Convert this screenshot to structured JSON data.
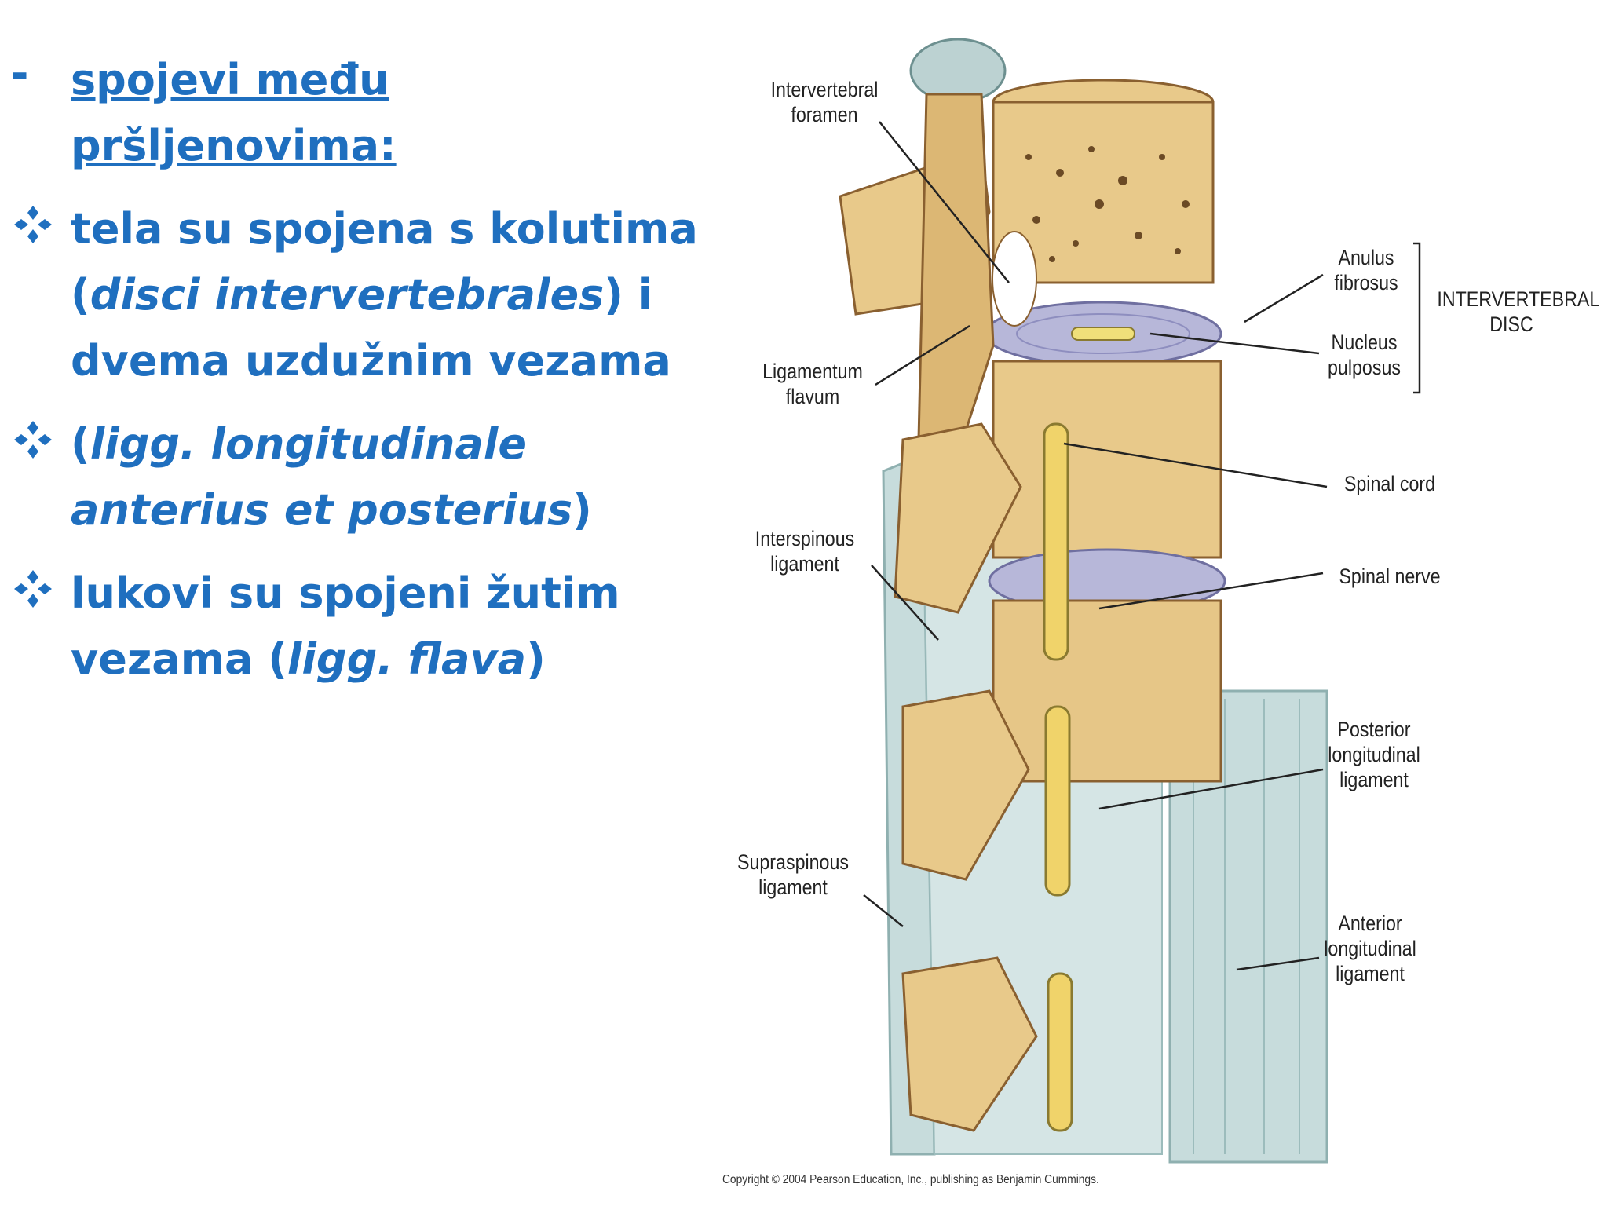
{
  "text": {
    "dash": "-",
    "heading_l1": "spojevi među",
    "heading_l2": "pršljenovima:",
    "b1_a": "tela su spojena s kolutima (",
    "b1_it": "disci intervertebrales",
    "b1_b": ") i dvema uzdužnim vezama",
    "b2_a": "(",
    "b2_it": "ligg. longitudinale anterius et posterius",
    "b2_b": ")",
    "b3_a": "lukovi su spojeni žutim vezama (",
    "b3_it": "ligg. flava",
    "b3_b": ")"
  },
  "figure": {
    "labels": {
      "foramen_l1": "Intervertebral",
      "foramen_l2": "foramen",
      "anulus_l1": "Anulus",
      "anulus_l2": "fibrosus",
      "nucleus_l1": "Nucleus",
      "nucleus_l2": "pulposus",
      "disc_l1": "INTERVERTEBRAL",
      "disc_l2": "DISC",
      "flavum_l1": "Ligamentum",
      "flavum_l2": "flavum",
      "spinal_cord": "Spinal cord",
      "interspinous_l1": "Interspinous",
      "interspinous_l2": "ligament",
      "spinal_nerve": "Spinal nerve",
      "posterior_l1": "Posterior",
      "posterior_l2": "longitudinal",
      "posterior_l3": "ligament",
      "supraspinous_l1": "Supraspinous",
      "supraspinous_l2": "ligament",
      "anterior_l1": "Anterior",
      "anterior_l2": "longitudinal",
      "anterior_l3": "ligament"
    },
    "copyright": "Copyright © 2004 Pearson Education, Inc., publishing as Benjamin Cummings."
  },
  "colors": {
    "text_blue": "#1f6fbf",
    "bone": "#e8c98a",
    "bone_dark": "#c89a55",
    "ligament": "#bfd6d6",
    "disc": "#b7b7d9",
    "cord": "#f0d36a"
  }
}
